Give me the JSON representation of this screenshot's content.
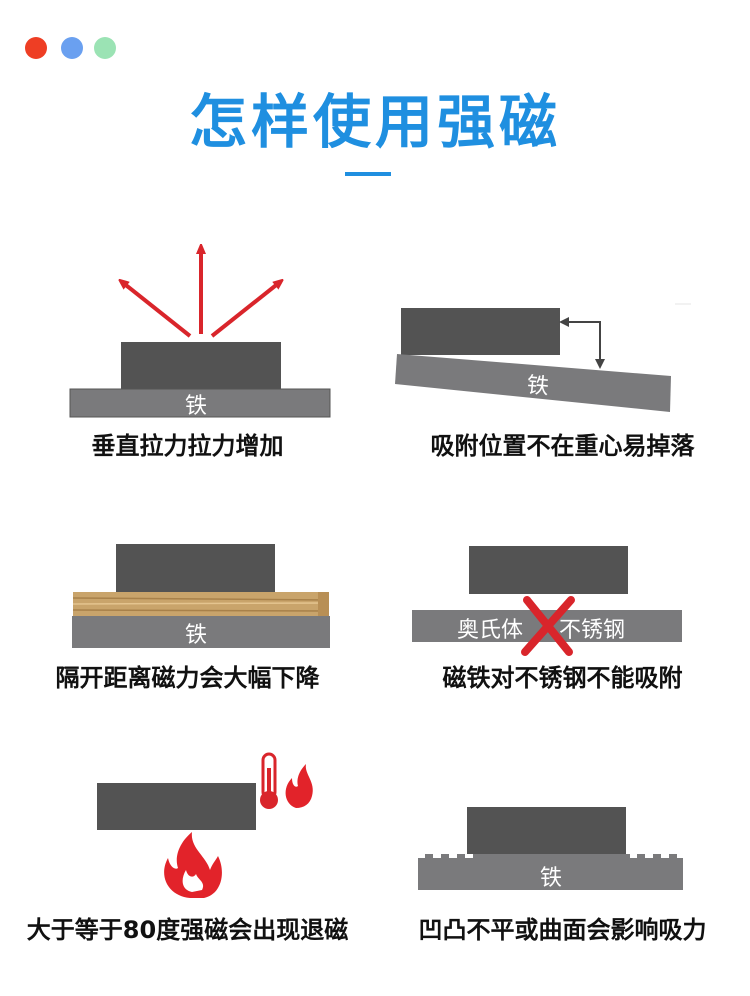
{
  "colors": {
    "dot_red": "#ee3e24",
    "dot_blue": "#6aa0f0",
    "dot_green": "#9be3b4",
    "title_blue": "#1f8fe0",
    "magnet": "#535353",
    "iron": "#7a7a7c",
    "arrow_red": "#d9252b",
    "wood": "#c9a46b"
  },
  "header": {
    "title": "怎样使用强磁"
  },
  "panels": [
    {
      "iron_label": "铁",
      "caption": "垂直拉力拉力增加"
    },
    {
      "iron_label": "铁",
      "caption": "吸附位置不在重心易掉落"
    },
    {
      "iron_label": "铁",
      "caption": "隔开距离磁力会大幅下降"
    },
    {
      "iron_label_left": "奥氏体",
      "iron_label_right": "不锈钢",
      "caption": "磁铁对不锈钢不能吸附"
    },
    {
      "caption": "大于等于80度强磁会出现退磁"
    },
    {
      "iron_label": "铁",
      "caption": "凹凸不平或曲面会影响吸力"
    }
  ]
}
